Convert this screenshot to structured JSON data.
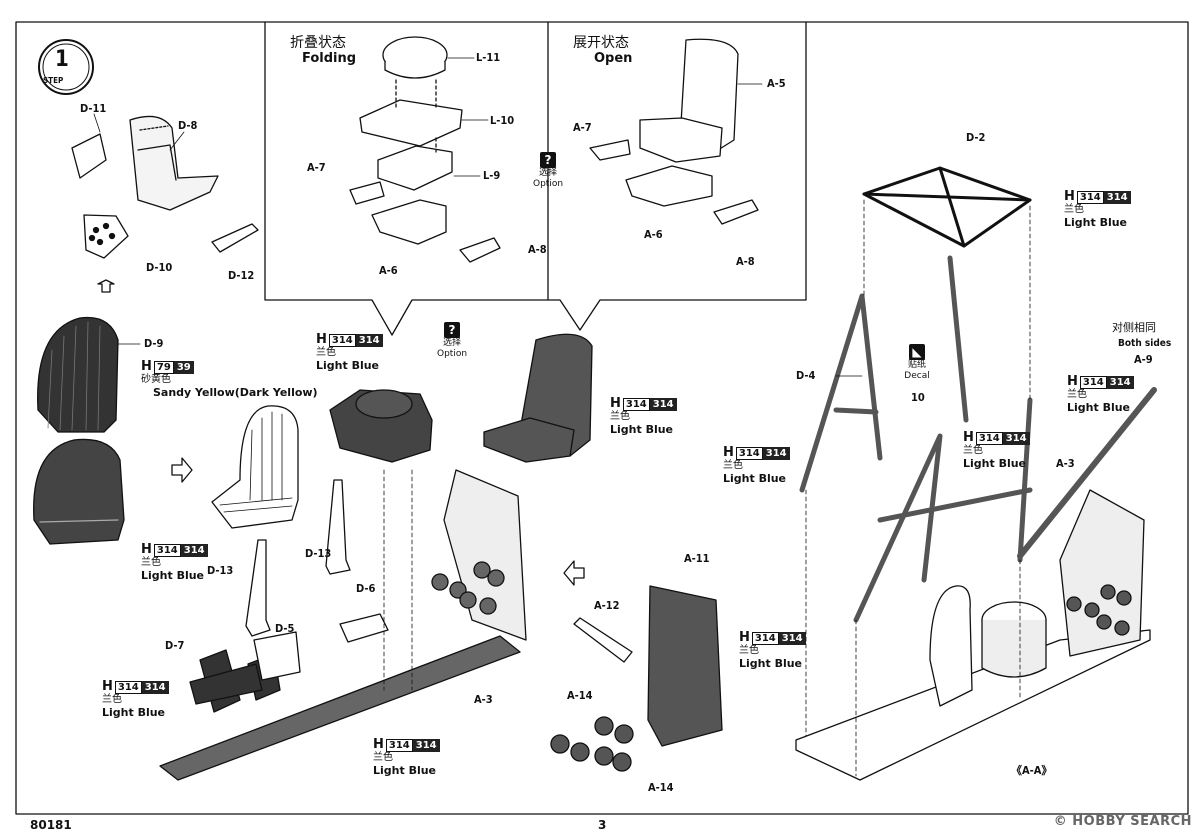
{
  "step": {
    "number": "1",
    "word": "STEP"
  },
  "panels": {
    "folding": {
      "cn": "折叠状态",
      "en": "Folding"
    },
    "open": {
      "cn": "展开状态",
      "en": "Open"
    }
  },
  "options": {
    "top": {
      "cn": "选择",
      "en": "Option"
    },
    "mid": {
      "cn": "选择",
      "en": "Option"
    }
  },
  "decal": {
    "cn": "贴纸",
    "en": "Decal",
    "number": "10"
  },
  "both_sides": {
    "cn": "对侧相同",
    "en": "Both sides"
  },
  "parts": {
    "d11": "D-11",
    "d8": "D-8",
    "d10": "D-10",
    "d12": "D-12",
    "l11": "L-11",
    "l10": "L-10",
    "l9": "L-9",
    "a7a": "A-7",
    "a6a": "A-6",
    "a8a": "A-8",
    "a5": "A-5",
    "a7b": "A-7",
    "a6b": "A-6",
    "a8b": "A-8",
    "d2": "D-2",
    "d9": "D-9",
    "d4": "D-4",
    "a9": "A-9",
    "a3b": "A-3",
    "d13a": "D-13",
    "d13b": "D-13",
    "d6": "D-6",
    "d5": "D-5",
    "d7": "D-7",
    "a3a": "A-3",
    "a11": "A-11",
    "a12": "A-12",
    "a14a": "A-14",
    "a14b": "A-14",
    "section": "《A-A》"
  },
  "paints": {
    "yellow": {
      "h": "H",
      "c1": "79",
      "c2": "39",
      "cn": "砂黄色",
      "en": "Sandy Yellow(Dark Yellow)"
    },
    "blue": {
      "h": "H",
      "c1": "314",
      "c2": "314",
      "cn": "兰色",
      "en": "Light Blue"
    }
  },
  "footer": {
    "code": "80181",
    "page": "3"
  },
  "watermark": "HOBBY SEARCH",
  "watermark_prefix": "©"
}
